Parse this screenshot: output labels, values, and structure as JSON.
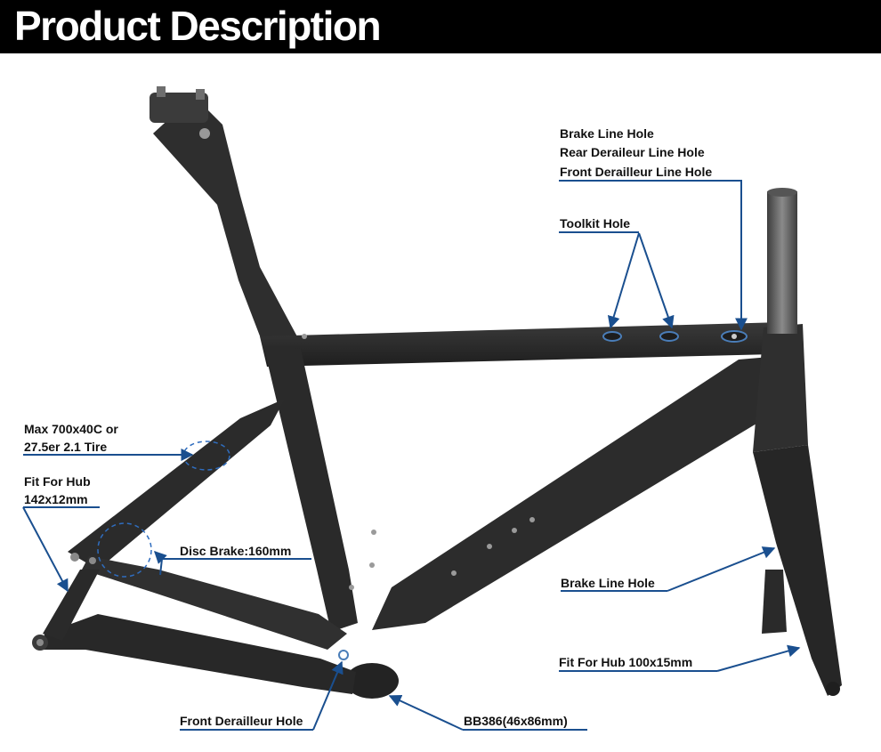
{
  "header": {
    "title": "Product Description"
  },
  "colors": {
    "header_bg": "#000000",
    "callout_line": "#1a4f8f",
    "frame": "#2b2b2b"
  },
  "labels": {
    "brake_line_hole_top": "Brake Line Hole",
    "rear_derailleur_line_hole": "Rear Deraileur Line Hole",
    "front_derailleur_line_hole": "Front Derailleur Line Hole",
    "toolkit_hole": "Toolkit Hole",
    "tire_clearance_1": "Max 700x40C or",
    "tire_clearance_2": "27.5er 2.1 Tire",
    "rear_hub_1": "Fit For Hub",
    "rear_hub_2": "142x12mm",
    "disc_brake": "Disc Brake:160mm",
    "brake_line_hole_fork": "Brake Line Hole",
    "front_hub": "Fit For Hub 100x15mm",
    "front_derailleur_hole": "Front Derailleur Hole",
    "bottom_bracket": "BB386(46x86mm)"
  }
}
